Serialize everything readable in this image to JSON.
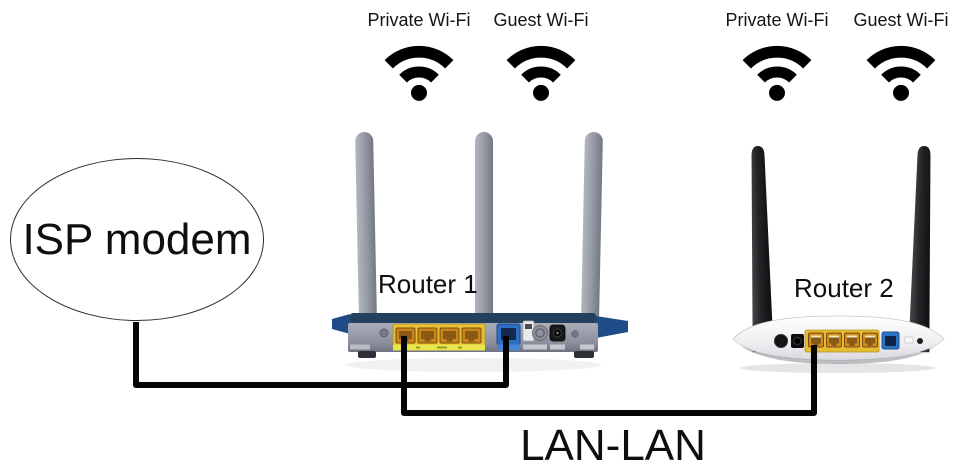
{
  "background_color": "#ffffff",
  "cable_color": "#000000",
  "nodes": {
    "isp_modem": {
      "label": "ISP modem",
      "shape": "ellipse"
    },
    "router1": {
      "label": "Router 1",
      "antenna_count": 3,
      "lan_port_count": 4,
      "wifi_networks": [
        {
          "label": "Private Wi-Fi"
        },
        {
          "label": "Guest Wi-Fi"
        }
      ],
      "colors": {
        "body": "#8e95a3",
        "top_stripe": "#24405f",
        "side_wings": "#1f4b87",
        "lan_panel": "#e7c136",
        "lan_port": "#c9861c",
        "wan_port": "#2e6fc6"
      }
    },
    "router2": {
      "label": "Router 2",
      "antenna_count": 2,
      "lan_port_count": 4,
      "wifi_networks": [
        {
          "label": "Private Wi-Fi"
        },
        {
          "label": "Guest Wi-Fi"
        }
      ],
      "colors": {
        "body": "#f2f2f5",
        "antenna": "#1c1c1e",
        "lan_panel": "#e5bd32",
        "lan_port": "#cf8c20",
        "wan_port": "#2d74c8"
      }
    }
  },
  "connections": [
    {
      "from": "ISP modem",
      "to": "Router 1 WAN port",
      "label": ""
    },
    {
      "from": "Router 1 LAN port 1",
      "to": "Router 2 LAN port 1",
      "label": "LAN-LAN"
    }
  ]
}
